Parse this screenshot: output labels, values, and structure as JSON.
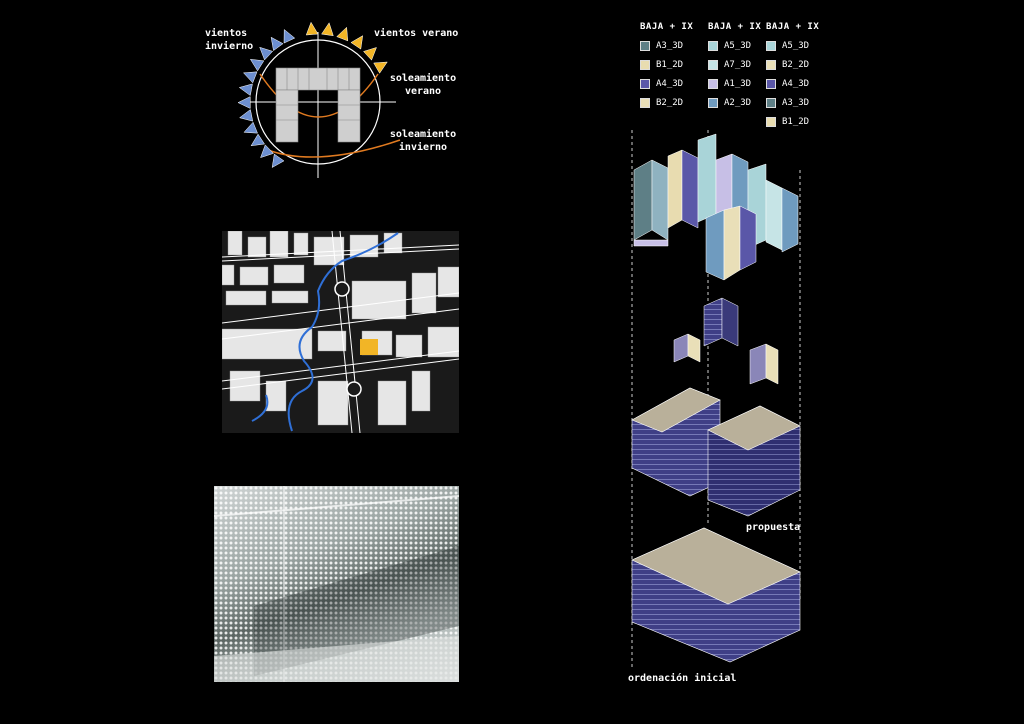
{
  "climate": {
    "winds_winter": "vientos\ninvierno",
    "winds_summer": "vientos verano",
    "sun_summer": "soleamiento\nverano",
    "sun_winter": "soleamiento\ninvierno"
  },
  "legend": {
    "columns": [
      {
        "header": "BAJA + IX",
        "items": [
          {
            "label": "A3_3D",
            "color": "#5e7f86"
          },
          {
            "label": "B1_2D",
            "color": "#e8dcb0"
          },
          {
            "label": "A4_3D",
            "color": "#5a57a8"
          },
          {
            "label": "B2_2D",
            "color": "#e9dfb8"
          }
        ]
      },
      {
        "header": "BAJA + IX",
        "items": [
          {
            "label": "A5_3D",
            "color": "#a9d4d8"
          },
          {
            "label": "A7_3D",
            "color": "#c6e4e6"
          },
          {
            "label": "A1_3D",
            "color": "#c7bfe6"
          },
          {
            "label": "A2_3D",
            "color": "#6f9bbf"
          }
        ]
      },
      {
        "header": "BAJA + IX",
        "items": [
          {
            "label": "A5_3D",
            "color": "#a9d4d8"
          },
          {
            "label": "B2_2D",
            "color": "#e9dfb8"
          },
          {
            "label": "A4_3D",
            "color": "#5a57a8"
          },
          {
            "label": "A3_3D",
            "color": "#5e7f86"
          },
          {
            "label": "B1_2D",
            "color": "#e8dcb0"
          }
        ]
      }
    ]
  },
  "labels": {
    "propuesta": "propuesta",
    "ordenacion": "ordenación inicial"
  }
}
